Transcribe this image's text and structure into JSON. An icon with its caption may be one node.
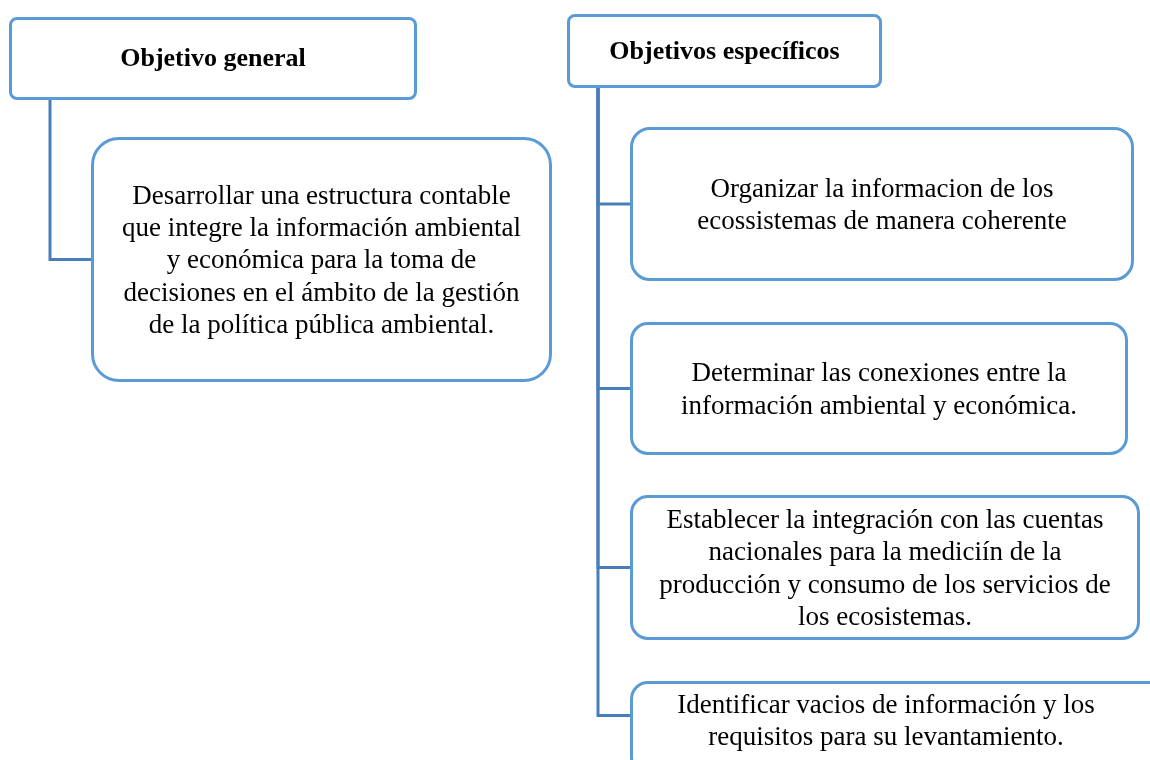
{
  "diagram": {
    "nodes": [
      {
        "text": [
          "Objetivo general"
        ]
      },
      {
        "text": [
          "Desarrollar una estructura contable que integre la información ambiental y económica para la toma de decisiones en el ámbito de la gestión de la política pública ambiental."
        ]
      },
      {
        "text": [
          "Objetivos específicos"
        ]
      },
      {
        "text": [
          "Organizar la informacion de los ecossistemas de manera coherente"
        ]
      },
      {
        "text": [
          "Determinar las conexiones entre la información ambiental y económica."
        ]
      },
      {
        "text": [
          "Establecer la integración con las cuentas nacionales para la mediciín de la producción y consumo de los servicios de los ecosistemas."
        ]
      },
      {
        "text": [
          "Identificar vacios de información y los requisitos para su levantamiento."
        ]
      }
    ],
    "edges": [
      {
        "from": 0,
        "to": 1,
        "arrow": "none"
      },
      {
        "from": 2,
        "to": 3,
        "arrow": "none"
      },
      {
        "from": 2,
        "to": 4,
        "arrow": "none"
      },
      {
        "from": 2,
        "to": 5,
        "arrow": "none"
      },
      {
        "from": 2,
        "to": 6,
        "arrow": "none"
      }
    ]
  }
}
